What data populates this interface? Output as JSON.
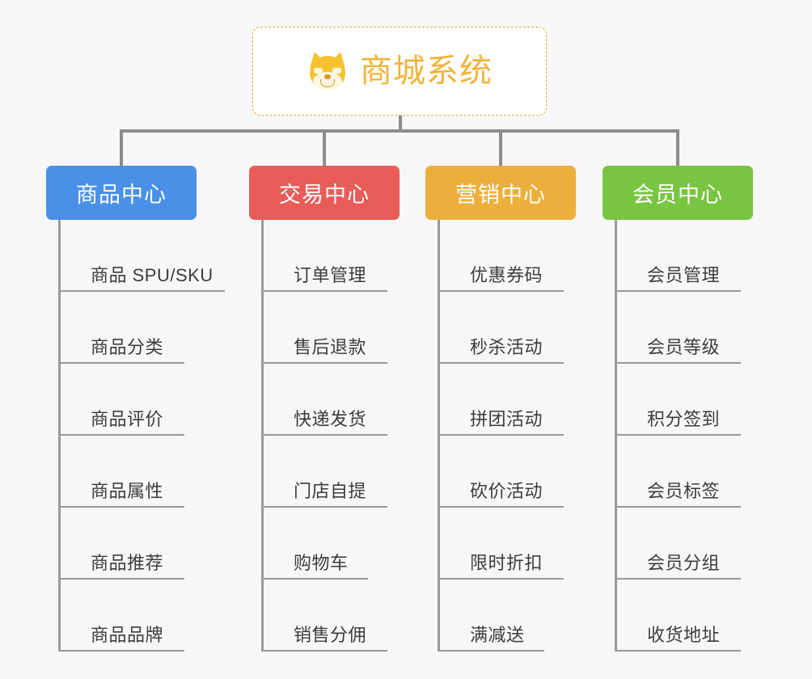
{
  "diagram": {
    "title": "商城系统",
    "root_icon": "dog-face-icon",
    "background_color": "#f7f7f7",
    "root_border_color": "#e8a33d",
    "root_text_color": "#f0b43c",
    "connector_color": "#8c8c8c",
    "leaf_line_color": "#9a9a9a",
    "leaf_text_color": "#3c3c3c",
    "categories": [
      {
        "label": "商品中心",
        "color": "#4a90e8",
        "items": [
          "商品 SPU/SKU",
          "商品分类",
          "商品评价",
          "商品属性",
          "商品推荐",
          "商品品牌"
        ]
      },
      {
        "label": "交易中心",
        "color": "#e85d58",
        "items": [
          "订单管理",
          "售后退款",
          "快递发货",
          "门店自提",
          "购物车",
          "销售分佣"
        ]
      },
      {
        "label": "营销中心",
        "color": "#edaf3c",
        "items": [
          "优惠券码",
          "秒杀活动",
          "拼团活动",
          "砍价活动",
          "限时折扣",
          "满减送"
        ]
      },
      {
        "label": "会员中心",
        "color": "#78c542",
        "items": [
          "会员管理",
          "会员等级",
          "积分签到",
          "会员标签",
          "会员分组",
          "收货地址"
        ]
      }
    ]
  }
}
